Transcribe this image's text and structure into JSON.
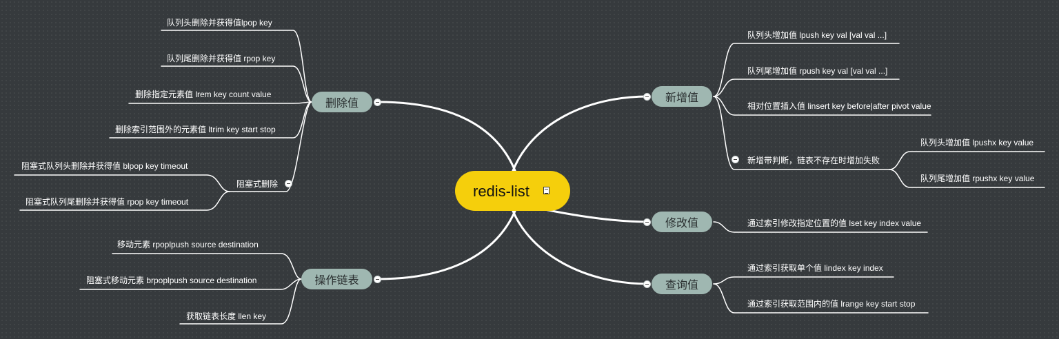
{
  "root": {
    "label": "redis-list",
    "icon": "note-icon",
    "color": "#f5cf0c"
  },
  "branches": {
    "delete": {
      "label": "删除值",
      "items": {
        "lpop": "队列头删除并获得值lpop key",
        "rpop": "队列尾删除并获得值 rpop key",
        "lrem": "删除指定元素值 lrem key count value",
        "ltrim": "删除索引范围外的元素值 ltrim key start stop"
      },
      "blocking": {
        "label": "阻塞式删除",
        "items": {
          "blpop": "阻塞式队列头删除并获得值 blpop key timeout",
          "brpop": "阻塞式队列尾删除并获得值 rpop key timeout"
        }
      }
    },
    "operate": {
      "label": "操作链表",
      "items": {
        "rpoplpush": "移动元素 rpoplpush source destination",
        "brpoplpush": "阻塞式移动元素 brpoplpush source destination",
        "llen": "获取链表长度 llen key"
      }
    },
    "add": {
      "label": "新增值",
      "items": {
        "lpush": "队列头增加值 lpush key val [val val ...]",
        "rpush": "队列尾增加值 rpush key val [val val ...]",
        "linsert": "相对位置插入值 linsert key before|after pivot value"
      },
      "conditional": {
        "label": "新增带判断，链表不存在时增加失败",
        "items": {
          "lpushx": "队列头增加值 lpushx key value",
          "rpushx": "队列尾增加值 rpushx key value"
        }
      }
    },
    "modify": {
      "label": "修改值",
      "items": {
        "lset": "通过索引修改指定位置的值 lset key index value"
      }
    },
    "query": {
      "label": "查询值",
      "items": {
        "lindex": "通过索引获取单个值 lindex key index",
        "lrange": "通过索引获取范围内的值 lrange key start stop"
      }
    }
  },
  "colors": {
    "background": "#363a3d",
    "branch_fill": "#9fb7b1",
    "connector": "#ffffff"
  }
}
